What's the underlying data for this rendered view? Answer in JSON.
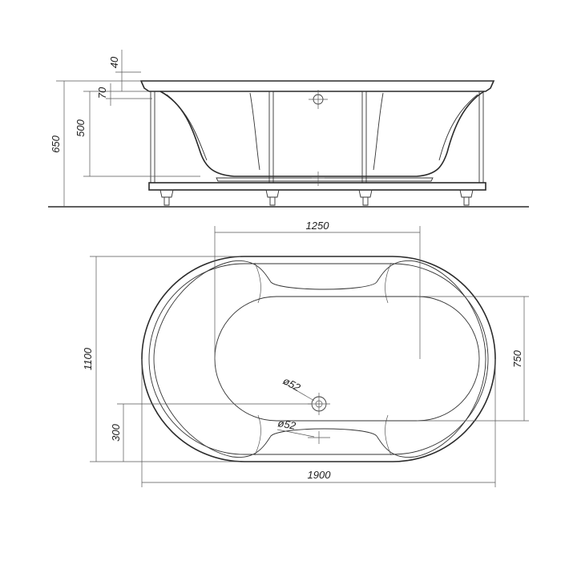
{
  "side_view": {
    "dim_total_height": "650",
    "dim_body_height": "500",
    "dim_rim_70": "70",
    "dim_rim_40": "40"
  },
  "top_view": {
    "dim_inner_length": "1250",
    "dim_total_width": "1100",
    "dim_inner_width": "750",
    "dim_drain_offset": "300",
    "dim_total_length": "1900",
    "dim_drain_diameter": "ø52",
    "dim_overflow_diameter": "ø52"
  },
  "colors": {
    "line": "#2a2a2a",
    "background": "#ffffff"
  }
}
